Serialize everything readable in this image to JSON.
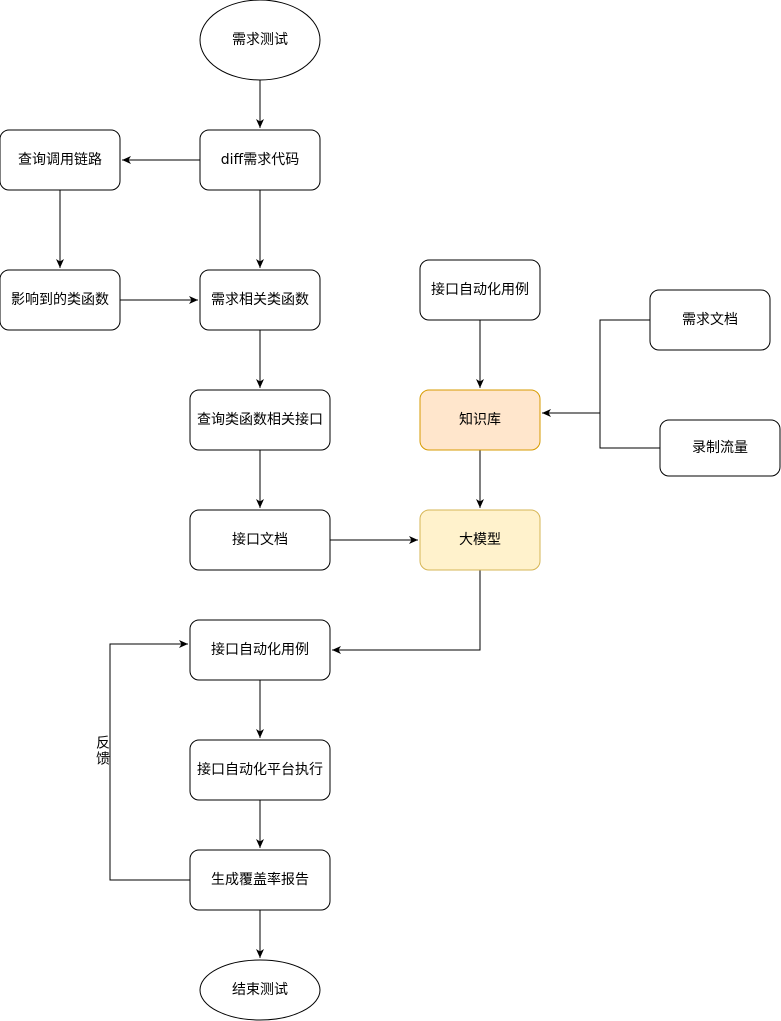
{
  "colors": {
    "stroke": "#000000",
    "knowledge_fill": "#ffe6cc",
    "knowledge_stroke": "#d79b00",
    "model_fill": "#fff2cc",
    "model_stroke": "#d6b656"
  },
  "nodes": {
    "start": "需求测试",
    "diff": "diff需求代码",
    "call_chain": "查询调用链路",
    "affected_functions": "影响到的类函数",
    "related_functions": "需求相关类函数",
    "related_interfaces": "查询类函数相关接口",
    "interface_doc": "接口文档",
    "existing_cases": "接口自动化用例",
    "knowledge_base": "知识库",
    "requirement_doc": "需求文档",
    "recorded_traffic": "录制流量",
    "large_model": "大模型",
    "generated_cases": "接口自动化用例",
    "platform_run": "接口自动化平台执行",
    "coverage_report": "生成覆盖率报告",
    "end": "结束测试"
  },
  "edge_labels": {
    "feedback": "反馈"
  }
}
